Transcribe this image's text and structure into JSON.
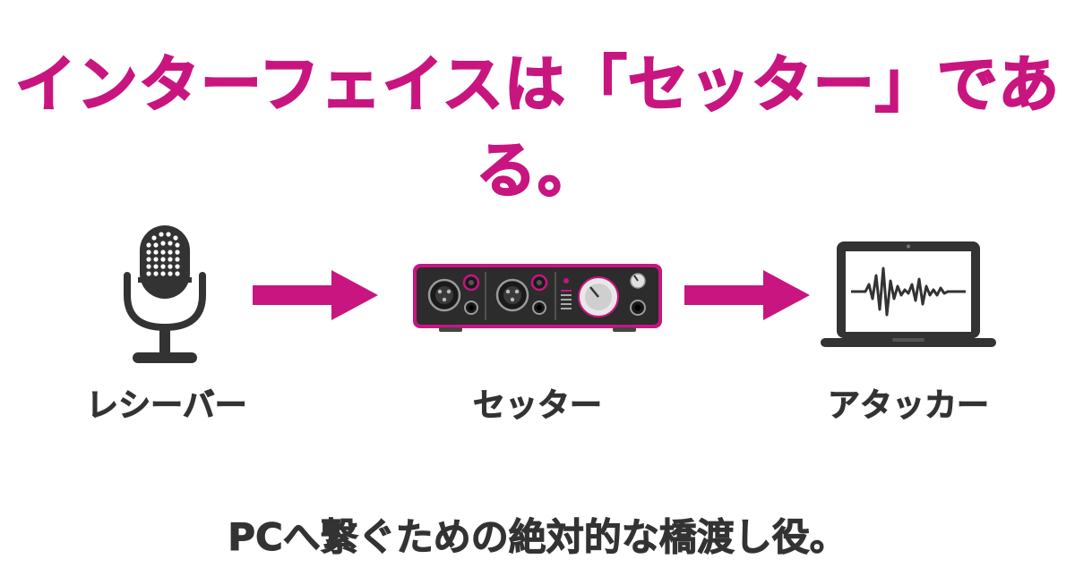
{
  "title": "インターフェイスは「セッター」である。",
  "nodes": [
    {
      "label": "レシーバー",
      "icon": "microphone-icon"
    },
    {
      "label": "セッター",
      "icon": "audio-interface-icon"
    },
    {
      "label": "アタッカー",
      "icon": "laptop-waveform-icon"
    }
  ],
  "subtitle": "PCへ繋ぐための絶対的な橋渡し役。",
  "colors": {
    "accent": "#c8157f",
    "dark": "#333333",
    "bg": "#ffffff"
  }
}
